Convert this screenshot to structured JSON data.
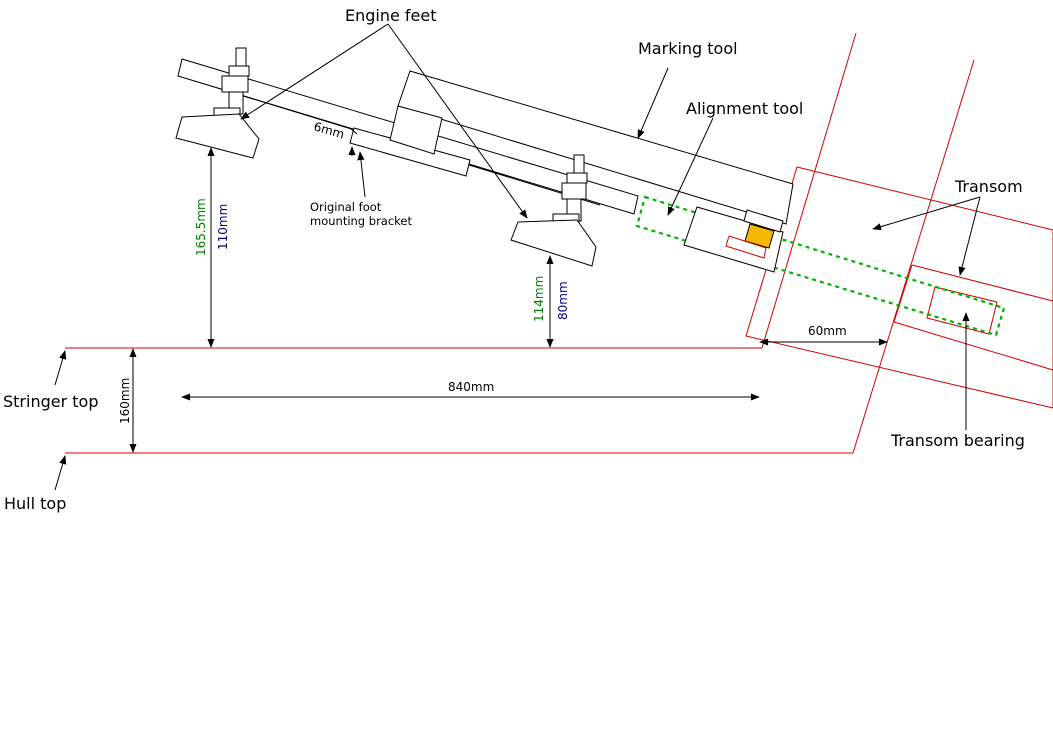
{
  "labels": {
    "engine_feet": "Engine feet",
    "marking_tool": "Marking tool",
    "alignment_tool": "Alignment tool",
    "transom": "Transom",
    "transom_bearing": "Transom bearing",
    "stringer_top": "Stringer top",
    "hull_top": "Hull top",
    "original_bracket_line1": "Original foot",
    "original_bracket_line2": "mounting bracket"
  },
  "dimensions": {
    "front_foot_height_green": "165.5mm",
    "front_foot_height_blue": "110mm",
    "rear_foot_height_green": "114mm",
    "rear_foot_height_blue": "80mm",
    "bracket_gap": "6mm",
    "stringer_length": "840mm",
    "stringer_height": "160mm",
    "transom_offset": "60mm"
  },
  "colors": {
    "hull_lines": "#d40000",
    "dimension_green": "#008000",
    "dimension_blue": "#000080",
    "alignment_dash": "#00b400",
    "marker_block": "#f5b800"
  }
}
